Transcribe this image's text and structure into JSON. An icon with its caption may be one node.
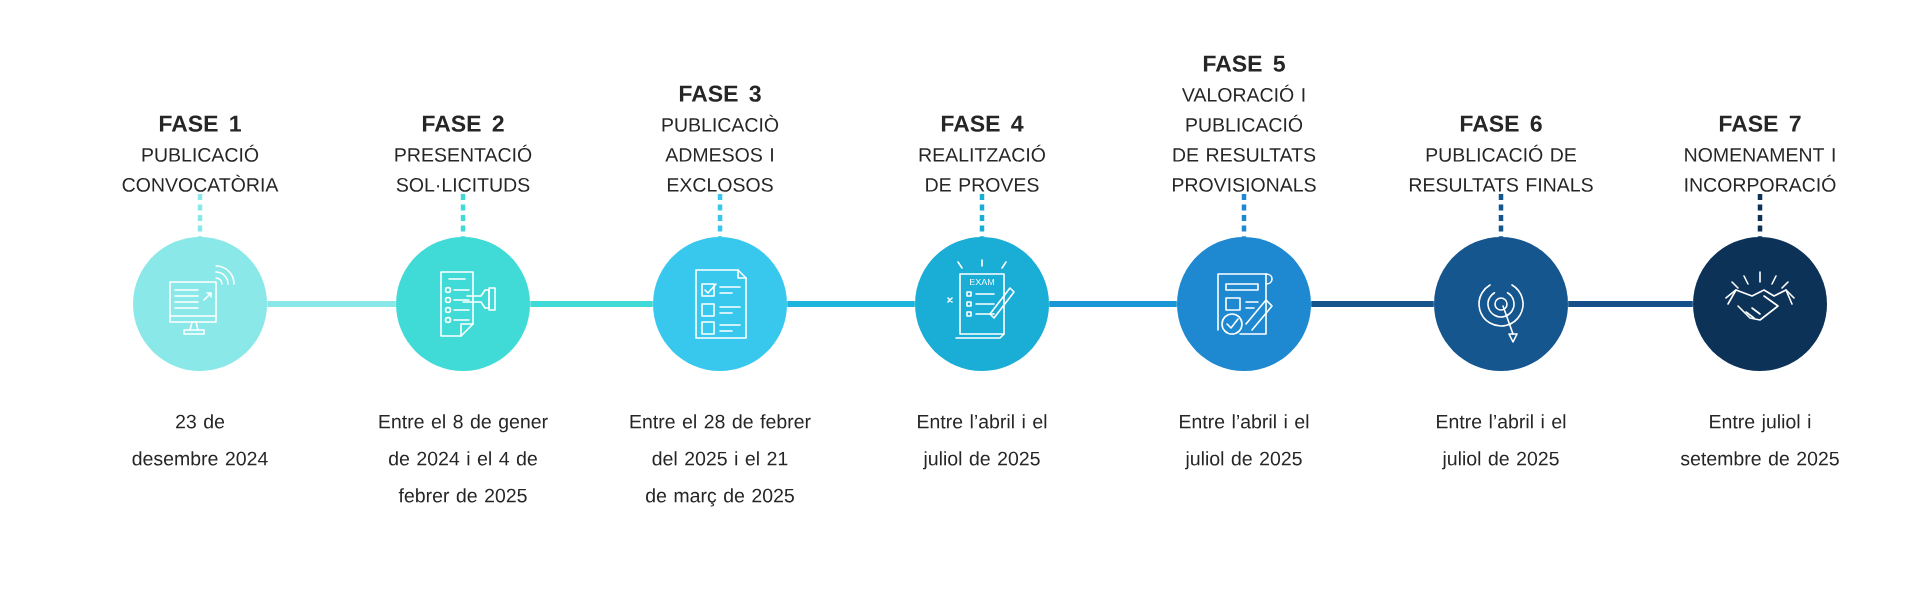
{
  "diagram": {
    "nodes": [
      {
        "text": [
          "FASE 1",
          "PUBLICACIÓ CONVOCATÒRIA"
        ]
      },
      {
        "text": [
          "FASE 2",
          "PRESENTACIÓ SOL·LICITUDS"
        ]
      },
      {
        "text": [
          "FASE 3",
          "PUBLICACIÒ ADMESOS I EXCLOSOS"
        ]
      },
      {
        "text": [
          "FASE 4",
          "REALITZACIÓ DE PROVES"
        ]
      },
      {
        "text": [
          "FASE 5",
          "VALORACIÓ I PUBLICACIÓ DE RESULTATS PROVISIONALS"
        ]
      },
      {
        "text": [
          "FASE 6",
          "PUBLICACIÓ DE RESULTATS FINALS"
        ]
      },
      {
        "text": [
          "FASE 7",
          "NOMENAMENT I INCORPORACIÓ"
        ]
      },
      {
        "text": [],
        "shape": "circle",
        "beside": [
          "23 de desembre 2024"
        ]
      },
      {
        "text": [],
        "shape": "circle",
        "beside": [
          "Entre el 8 de gener de 2024 i el 4 de febrer de 2025"
        ]
      },
      {
        "text": [],
        "shape": "circle",
        "beside": [
          "Entre el 28 de febrer del 2025 i el 21 de març de 2025"
        ]
      },
      {
        "text": [],
        "shape": "circle",
        "beside": [
          "Entre l’abril i el juliol de 2025"
        ]
      },
      {
        "text": [],
        "shape": "circle",
        "beside": [
          "Entre l’abril i el juliol de 2025"
        ]
      },
      {
        "text": [],
        "shape": "circle",
        "beside": [
          "Entre l’abril i el juliol de 2025"
        ]
      },
      {
        "text": [],
        "shape": "circle",
        "beside": [
          "Entre juliol i setembre de 2025"
        ]
      }
    ],
    "edges": [
      {
        "from": 7,
        "to": 8,
        "arrow": "none",
        "color": "#8ae8e8"
      },
      {
        "from": 8,
        "to": 9,
        "arrow": "none",
        "color": "#40dbd7"
      },
      {
        "from": 9,
        "to": 10,
        "arrow": "none",
        "color": "#1cb5db"
      },
      {
        "from": 10,
        "to": 11,
        "arrow": "none",
        "color": "#1a95d5"
      },
      {
        "from": 11,
        "to": 12,
        "arrow": "none",
        "color": "#17548c"
      },
      {
        "from": 12,
        "to": 13,
        "arrow": "none",
        "color": "#16508a"
      },
      {
        "from": 0,
        "to": 7,
        "arrow": "none",
        "style": "dashed",
        "color": "#8ae8e8"
      },
      {
        "from": 1,
        "to": 8,
        "arrow": "none",
        "style": "dashed",
        "color": "#40dbd7"
      },
      {
        "from": 2,
        "to": 9,
        "arrow": "none",
        "style": "dashed",
        "color": "#38c8ee"
      },
      {
        "from": 3,
        "to": 10,
        "arrow": "none",
        "style": "dashed",
        "color": "#1aaed6"
      },
      {
        "from": 4,
        "to": 11,
        "arrow": "none",
        "style": "dashed",
        "color": "#1e88d0"
      },
      {
        "from": 5,
        "to": 12,
        "arrow": "none",
        "style": "dashed",
        "color": "#15568f"
      },
      {
        "from": 6,
        "to": 13,
        "arrow": "none",
        "style": "dashed",
        "color": "#0c3258"
      }
    ],
    "labels": [
      "EXAM"
    ]
  }
}
